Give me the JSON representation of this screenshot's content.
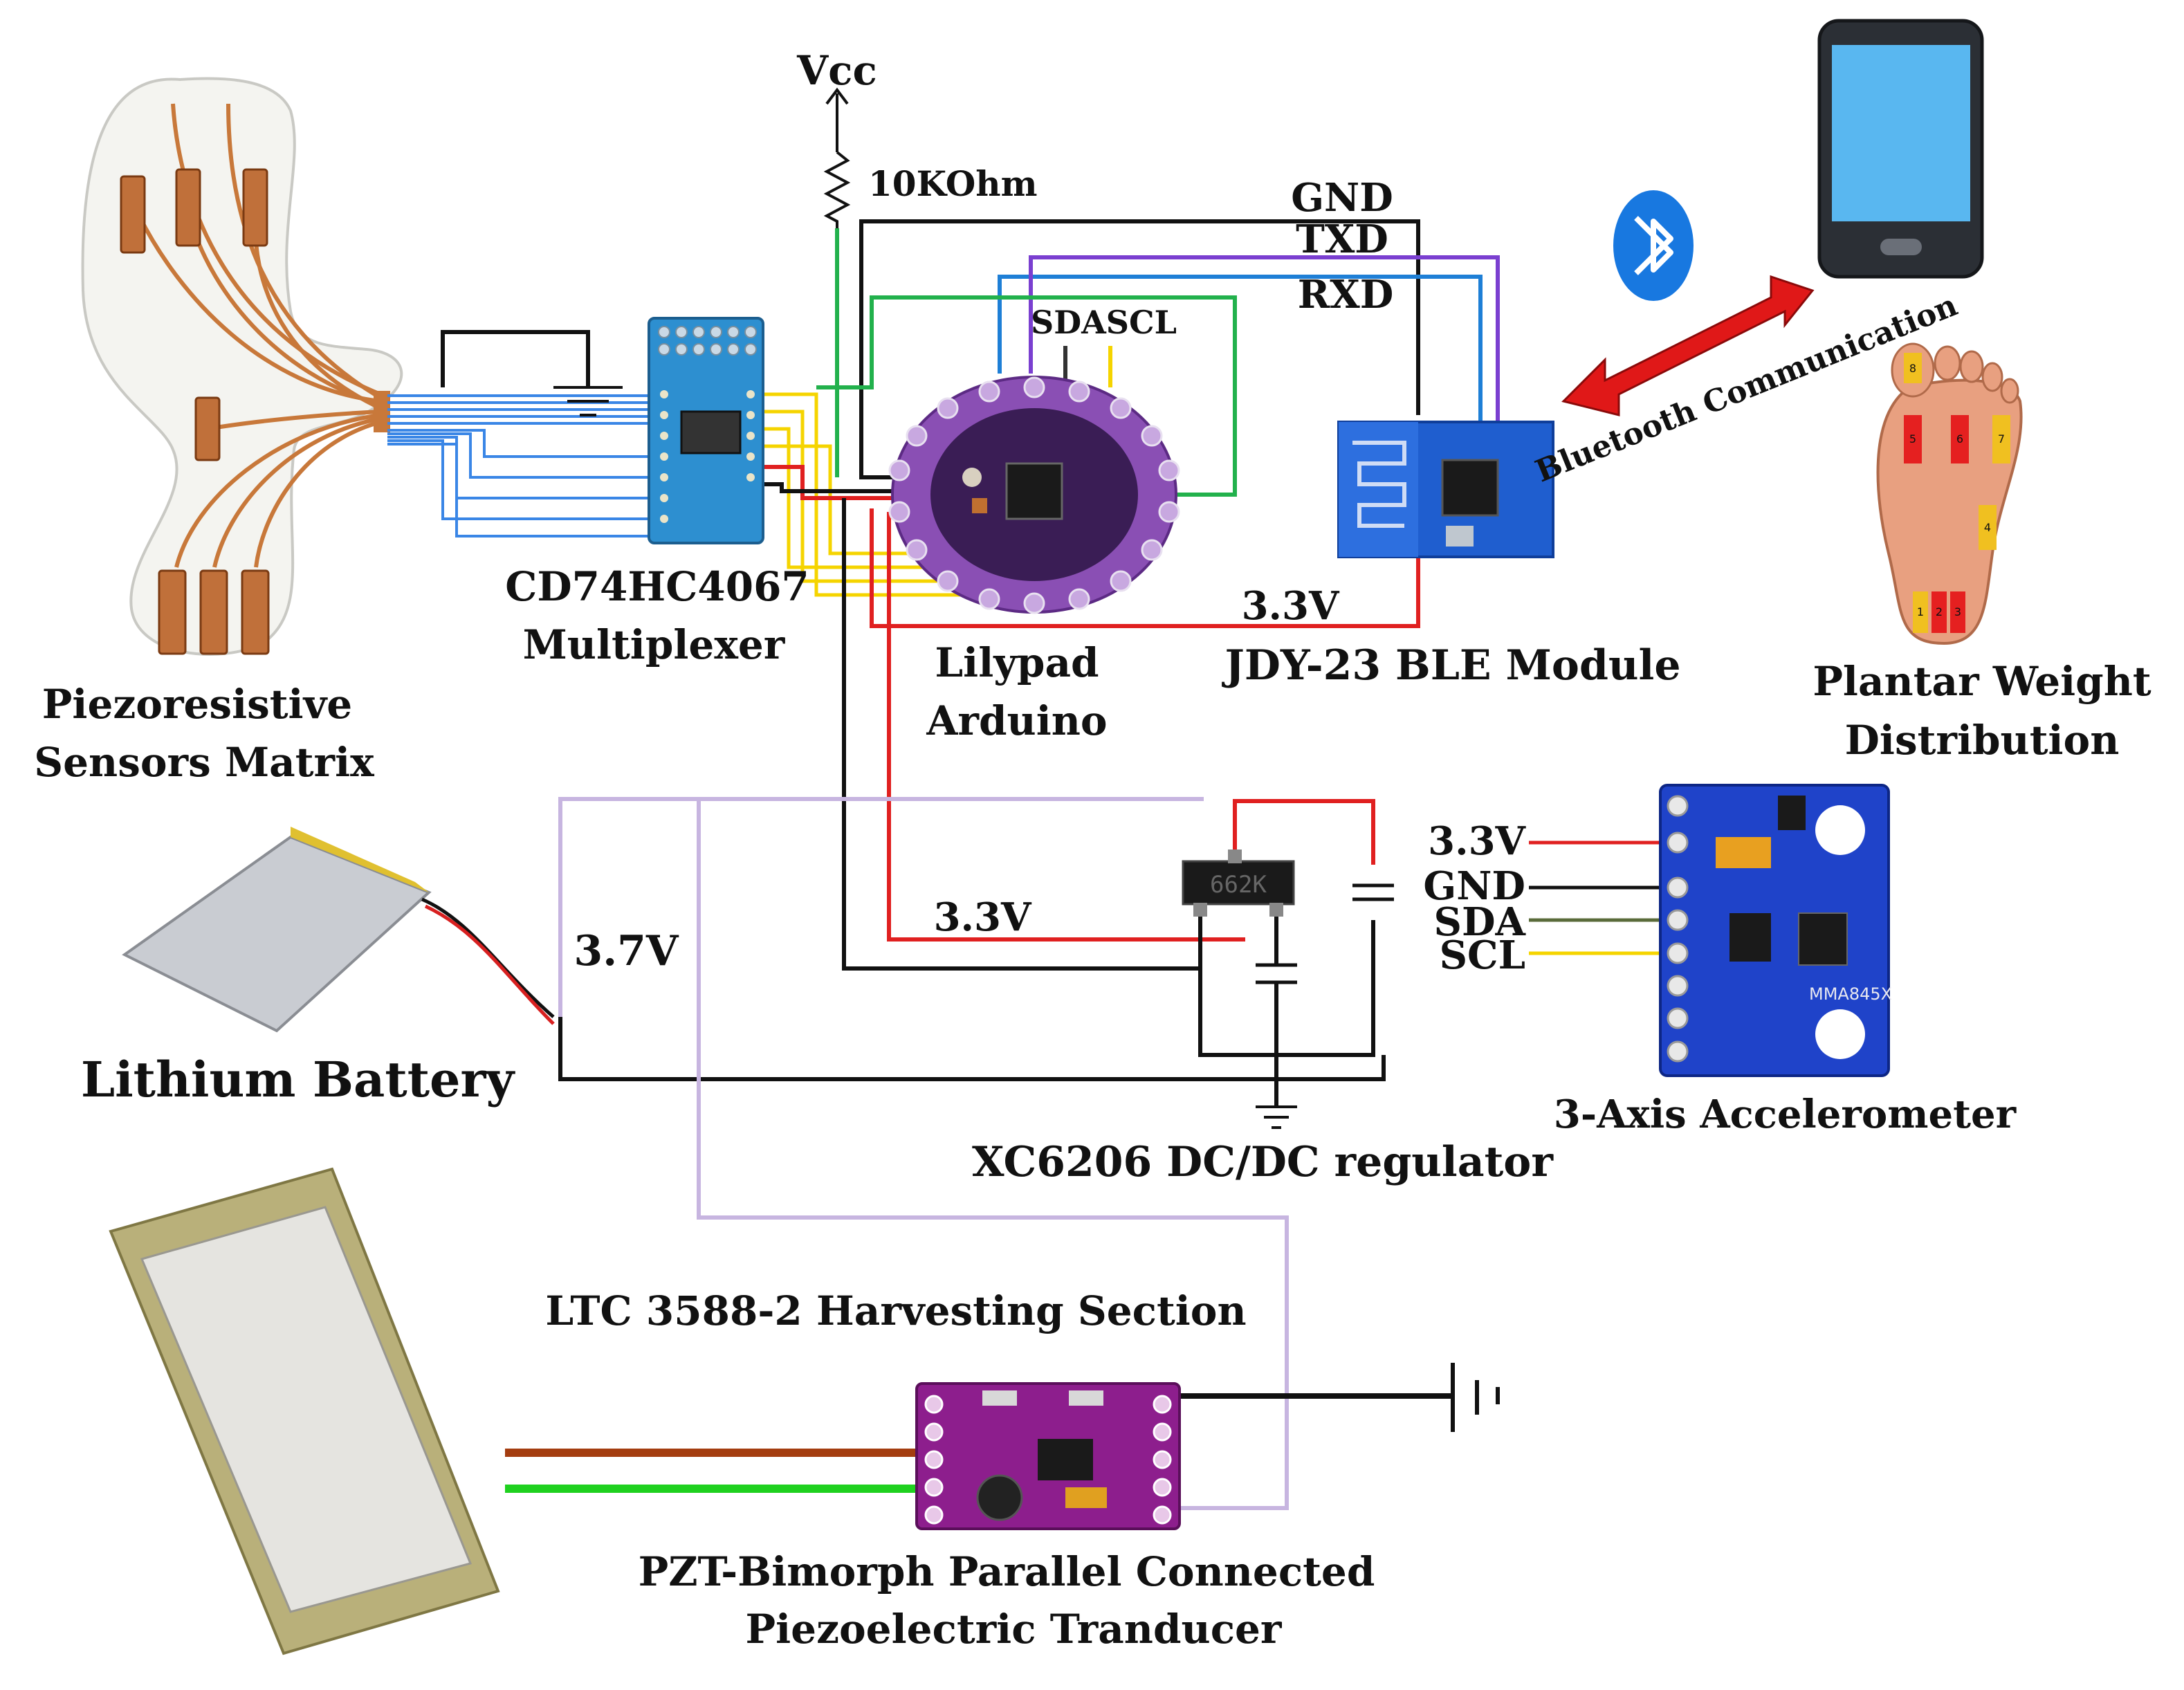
{
  "labels": {
    "vcc": "Vcc",
    "resistor": "10KOhm",
    "gnd_top": "GND",
    "txd": "TXD",
    "rxd": "RXD",
    "sda_scl": "SDASCL",
    "mux_title_1": "CD74HC4067",
    "mux_title_2": "Multiplexer",
    "lilypad_1": "Lilypad",
    "lilypad_2": "Arduino",
    "ble_v": "3.3V",
    "ble_title": "JDY-23 BLE Module",
    "sensors_1": "Piezoresistive",
    "sensors_2": "Sensors Matrix",
    "bt_comm": "Bluetooth Communication",
    "plantar_1": "Plantar Weight",
    "plantar_2": "Distribution",
    "battery_v": "3.7V",
    "battery": "Lithium Battery",
    "reg_v": "3.3V",
    "regulator": "XC6206 DC/DC regulator",
    "regulator_chip": "662K",
    "acc_v": "3.3V",
    "acc_gnd": "GND",
    "acc_sda": "SDA",
    "acc_scl": "SCL",
    "acc_chip": "MMA845X",
    "accelerometer": "3-Axis Accelerometer",
    "harvest": "LTC 3588-2 Harvesting Section",
    "pzt_1": "PZT-Bimorph Parallel Connected",
    "pzt_2": "Piezoelectric Tranducer"
  },
  "foot_zones": [
    "8",
    "5",
    "6",
    "7",
    "4",
    "1",
    "2",
    "3"
  ],
  "colors": {
    "ground_wire": "#111111",
    "power_wire": "#e02020",
    "tx_wire": "#1e7fd6",
    "rx_wire": "#7a3fd0",
    "sda_wire": "#22b14c",
    "scl_wire": "#f5d400",
    "sensor_wire": "#3a86e6",
    "harvest_wire": "#c7b5e0",
    "piezo_wire_a": "#a43d10",
    "piezo_wire_b": "#1fd11f",
    "lilypad_board": "#8a4fb4",
    "ble_board": "#1f5ecf",
    "accel_board": "#1f43c9",
    "harvest_board": "#8d1e8d",
    "mux_board": "#2d8fd0",
    "arrow": "#e01818",
    "bluetooth": "#1878e0"
  }
}
